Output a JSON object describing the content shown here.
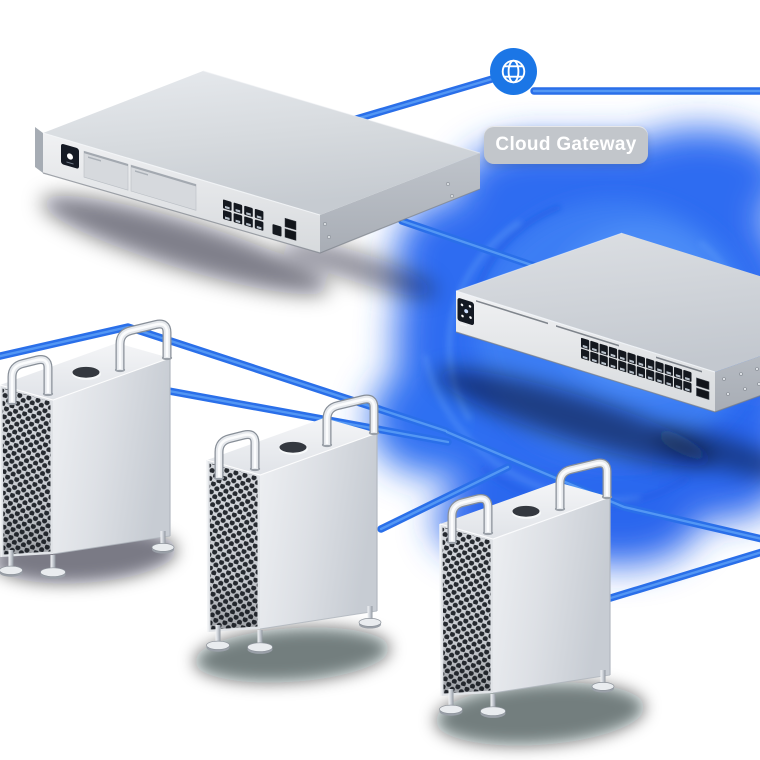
{
  "scene": {
    "type": "network-hero-illustration",
    "background": "#ffffff"
  },
  "labels": {
    "cloud_gateway": "Cloud Gateway"
  },
  "internet": {
    "icon": "globe-icon"
  },
  "gateway": {
    "ports_lan": 8,
    "ports_wan": 1,
    "ports_sfp": 2,
    "drive_bays": 2
  },
  "switch": {
    "ports": 24,
    "ports_sfp": 2
  },
  "workstations": {
    "count": 3
  },
  "colors": {
    "glow": "#2e6cf1",
    "cable": "#2a6fe9",
    "globe": "#1b76e6",
    "pill_bg": "#c2c6cb",
    "pill_text": "#ffffff"
  }
}
